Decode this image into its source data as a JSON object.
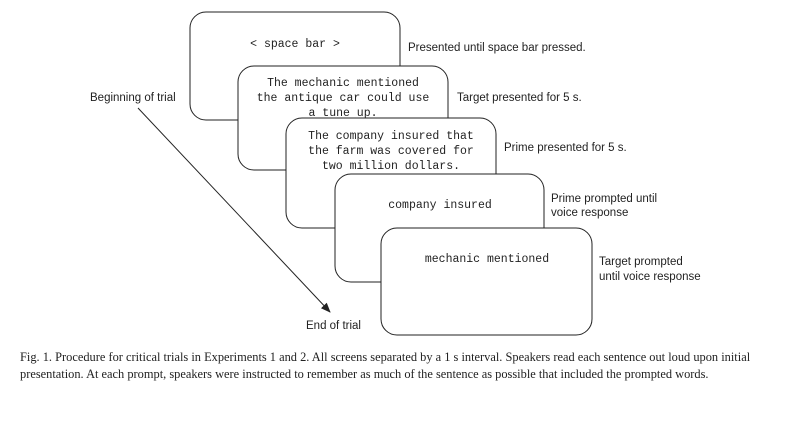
{
  "diagram": {
    "start_label": "Beginning of trial",
    "end_label": "End of trial",
    "screens": [
      {
        "lines": [
          "< space bar >"
        ],
        "label_lines": [
          "Presented until space bar pressed."
        ]
      },
      {
        "lines": [
          "The mechanic mentioned",
          "the antique car could use",
          "a tune up."
        ],
        "label_lines": [
          "Target presented for 5 s."
        ]
      },
      {
        "lines": [
          "The company insured that",
          "the farm was covered for",
          "two million dollars."
        ],
        "label_lines": [
          "Prime presented for 5 s."
        ]
      },
      {
        "lines": [
          "company insured"
        ],
        "label_lines": [
          "Prime prompted until",
          "voice response"
        ]
      },
      {
        "lines": [
          "mechanic mentioned"
        ],
        "label_lines": [
          "Target prompted",
          "until voice response"
        ]
      }
    ]
  },
  "caption": "Fig.  1. Procedure for critical trials in Experiments 1 and 2. All screens separated by a 1 s interval. Speakers read each sentence out loud upon initial presentation. At each prompt, speakers were instructed to remember as much of the sentence as possible that included the prompted words."
}
